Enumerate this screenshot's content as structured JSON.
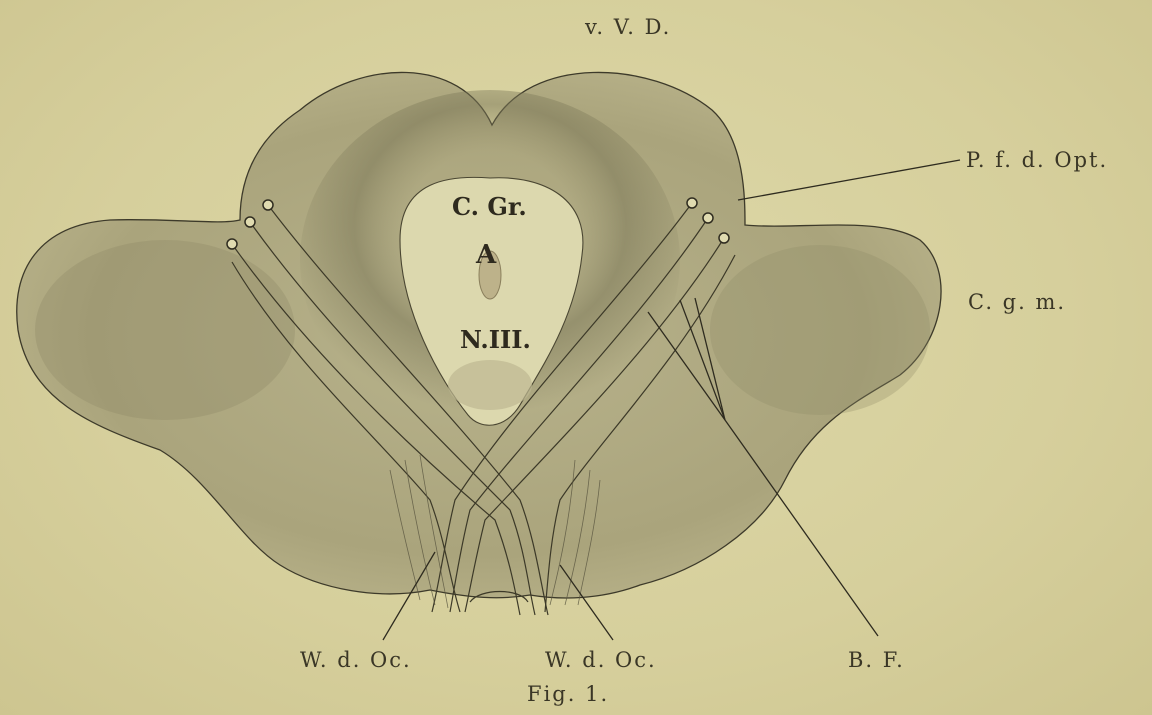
{
  "labels": {
    "top": "v. V. D.",
    "right_upper": "P. f. d. Opt.",
    "right_middle": "C. g. m.",
    "bottom_left": "W. d. Oc.",
    "bottom_center": "W. d. Oc.",
    "bottom_right": "B. F.",
    "caption": "Fig. 1."
  },
  "inner_labels": {
    "top": "C. Gr.",
    "middle": "A",
    "bottom": "N.III."
  },
  "colors": {
    "paper": "#d8d2a0",
    "ink": "#3a3626",
    "tissue": "#a9a47e",
    "center": "#dcd8ae"
  }
}
